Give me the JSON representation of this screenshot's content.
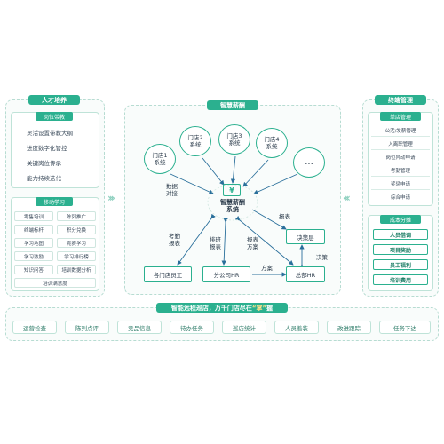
{
  "left": {
    "title": "人才培养",
    "post": {
      "tag": "岗位带教",
      "items": [
        "灵活设置带教大纲",
        "进度数字化管控",
        "关键岗位传承",
        "能力持续迭代"
      ]
    },
    "mobile": {
      "tag": "移动学习",
      "cells": [
        "零售培训",
        "陈列推广",
        "终端标杆",
        "积分兑换",
        "学习地图",
        "竞赛学习",
        "学习激励",
        "学习排行榜",
        "知识问答",
        "培训数据分析"
      ],
      "last": "培训满意度"
    }
  },
  "center": {
    "title": "智慧薪酬",
    "stores": [
      [
        "门店1",
        "系统"
      ],
      [
        "门店2",
        "系统"
      ],
      [
        "门店3",
        "系统"
      ],
      [
        "门店4",
        "系统"
      ]
    ],
    "more": "...",
    "hub": [
      "智慧薪酬",
      "系统"
    ],
    "labels": {
      "data": [
        "数据",
        "对接"
      ],
      "report1": "报表",
      "attendance": [
        "考勤",
        "报表"
      ],
      "schedule": [
        "排班",
        "报表"
      ],
      "report_plan": [
        "报表",
        "方案"
      ],
      "decision": "决策",
      "plan": "方案"
    },
    "boxes": {
      "staff": "各门店员工",
      "branch": "分公司HR",
      "hq": "总部HR",
      "decision_layer": "决策层"
    }
  },
  "right": {
    "title": "终端管理",
    "store_mgmt": {
      "tag": "单店管理",
      "items": [
        "公活/发薪管理",
        "入离职管理",
        "岗位异动申请",
        "考勤管理",
        "奖惩申请",
        "综合申请"
      ]
    },
    "cost": {
      "tag": "成本分摊",
      "items": [
        "人员借调",
        "项目奖励",
        "员工福利",
        "培训费用"
      ]
    }
  },
  "bottom": {
    "title_prefix": "智能远程巡店，万千门店尽在",
    "title_key": "“掌”",
    "title_suffix": "握",
    "items": [
      "运营检查",
      "陈列点评",
      "竞品信息",
      "待办任务",
      "巡店统计",
      "人员着装",
      "改进跟踪",
      "任务下达"
    ]
  },
  "colors": {
    "accent": "#2bb08f",
    "line": "#2a6f9b"
  }
}
